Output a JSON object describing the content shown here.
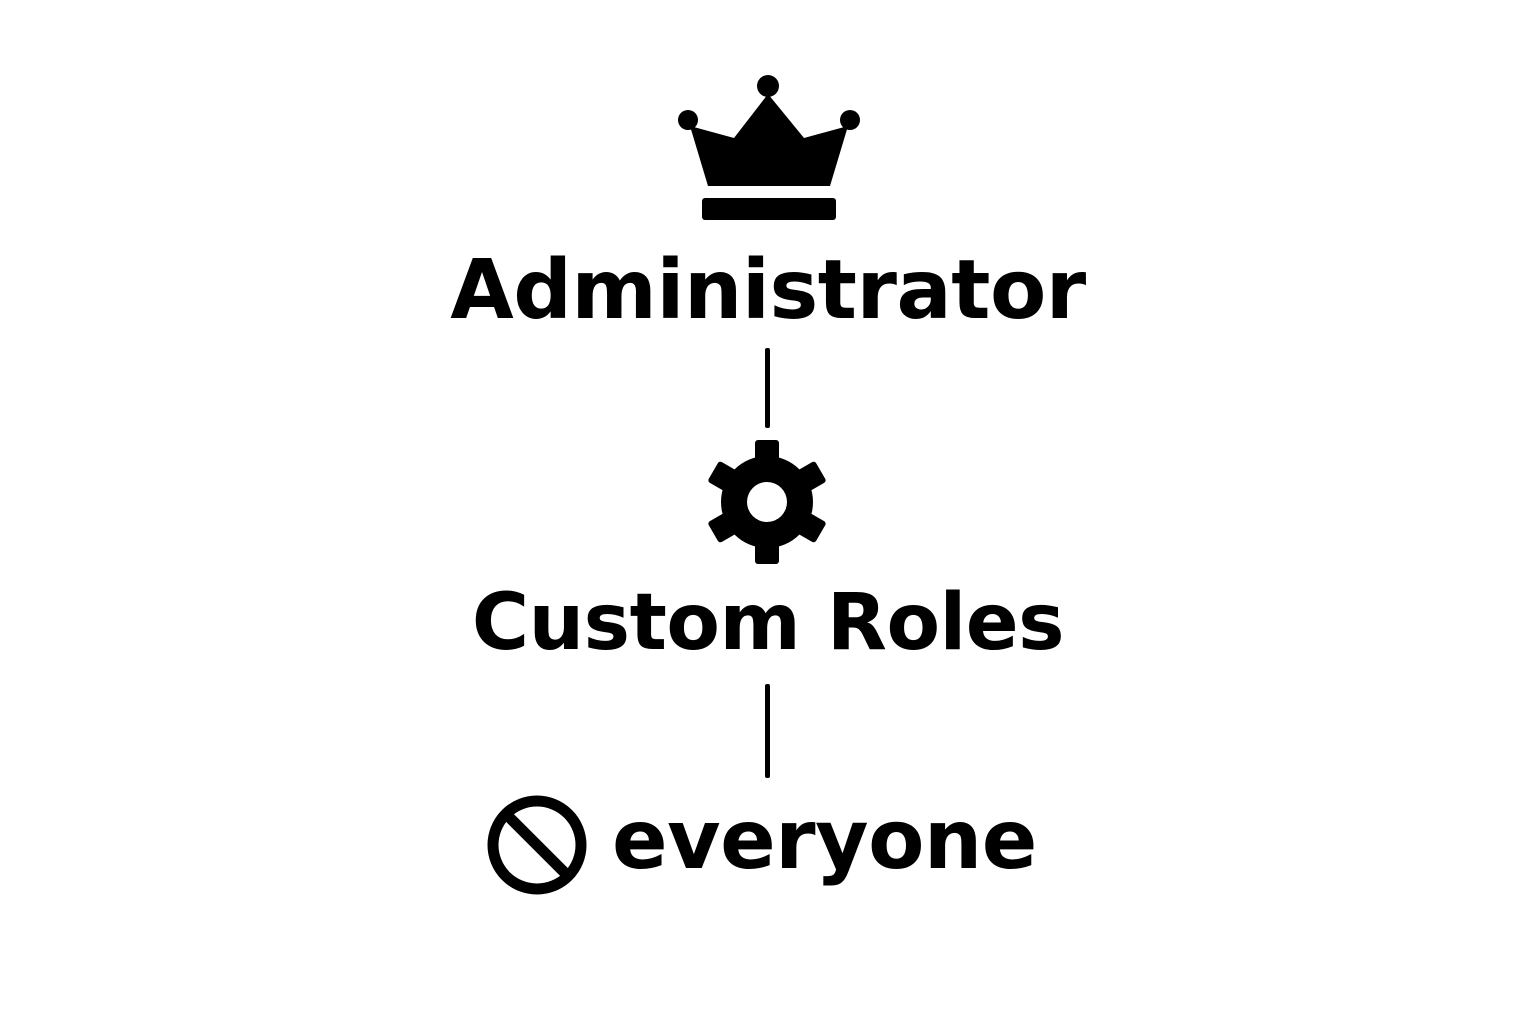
{
  "hierarchy": {
    "roles": [
      {
        "label": "Administrator",
        "icon": "crown-icon"
      },
      {
        "label": "Custom Roles",
        "icon": "gear-icon"
      },
      {
        "label": "everyone",
        "icon": "ban-icon"
      }
    ]
  },
  "colors": {
    "foreground": "#000000",
    "background": "#ffffff"
  }
}
